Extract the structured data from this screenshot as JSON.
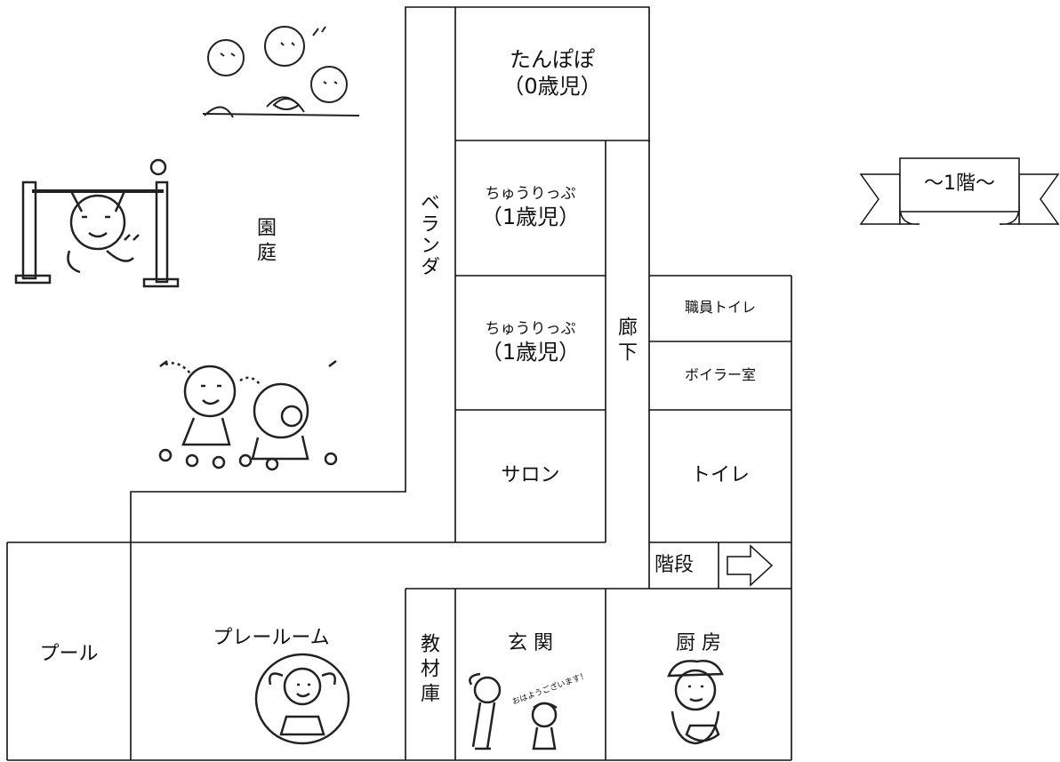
{
  "banner": {
    "text": "～1階～"
  },
  "rooms": {
    "tanpopo": {
      "name": "たんぽぽ",
      "age": "（0歳児）"
    },
    "chuurippu_a": {
      "name": "ちゅうりっぷ",
      "age": "（1歳児）"
    },
    "chuurippu_b": {
      "name": "ちゅうりっぷ",
      "age": "（1歳児）"
    },
    "salon": "サロン",
    "veranda": "ベランダ",
    "corridor": "廊下",
    "staff_toilet": "職員トイレ",
    "boiler": "ボイラー室",
    "toilet": "トイレ",
    "stairs": "階段",
    "garden": "園庭",
    "pool": "プール",
    "playroom": "プレールーム",
    "storage": "教材庫",
    "entrance": "玄 関",
    "kitchen": "厨 房"
  },
  "illustrations": {
    "children_group": "children-cartoon",
    "bar_kid": "kid-on-horizontal-bar",
    "playing_kids": "kids-playing-with-flowers",
    "jump_rope_girl": "girl-jumping-rope",
    "greeting": "parent-and-child-greeting",
    "greeting_text": "おはようございます！",
    "cook": "cook-with-bowl"
  },
  "colors": {
    "line": "#111111",
    "background": "#ffffff"
  }
}
